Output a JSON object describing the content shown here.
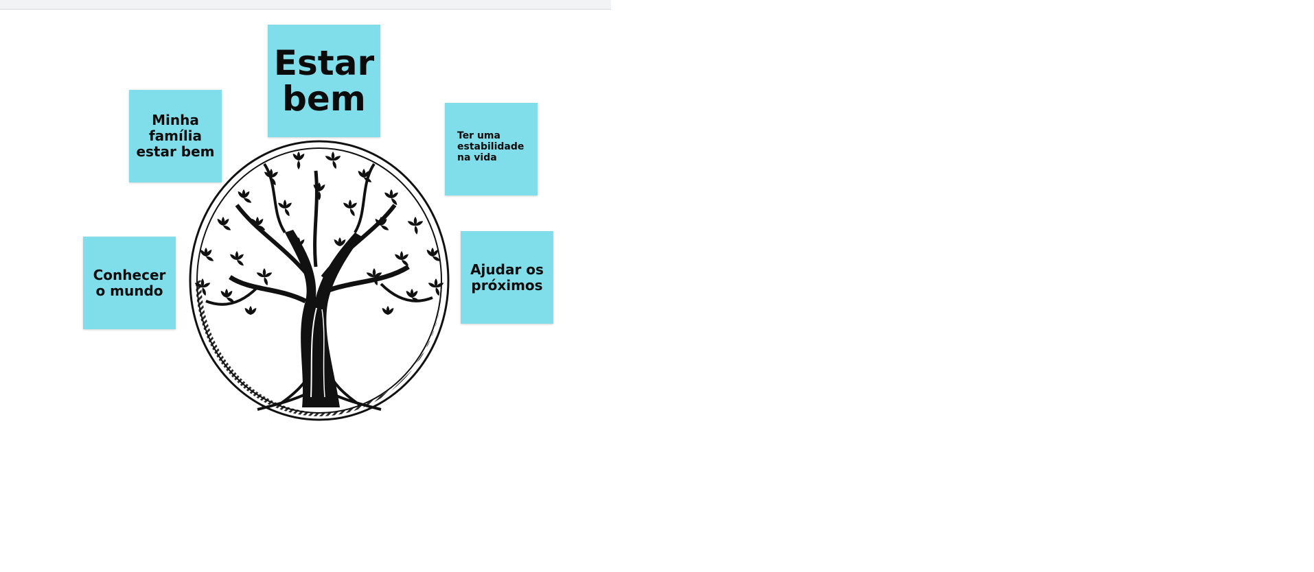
{
  "browser": {
    "top_bar_color": "#f1f3f4"
  },
  "board": {
    "note_color": "#80deea",
    "notes": {
      "main": "Estar bem",
      "family": "Minha família estar bem",
      "stability": "Ter uma estabilidade na vida",
      "world": "Conhecer o mundo",
      "help": "Ajudar os próximos"
    },
    "image": {
      "icon": "tree-of-life-icon"
    }
  }
}
